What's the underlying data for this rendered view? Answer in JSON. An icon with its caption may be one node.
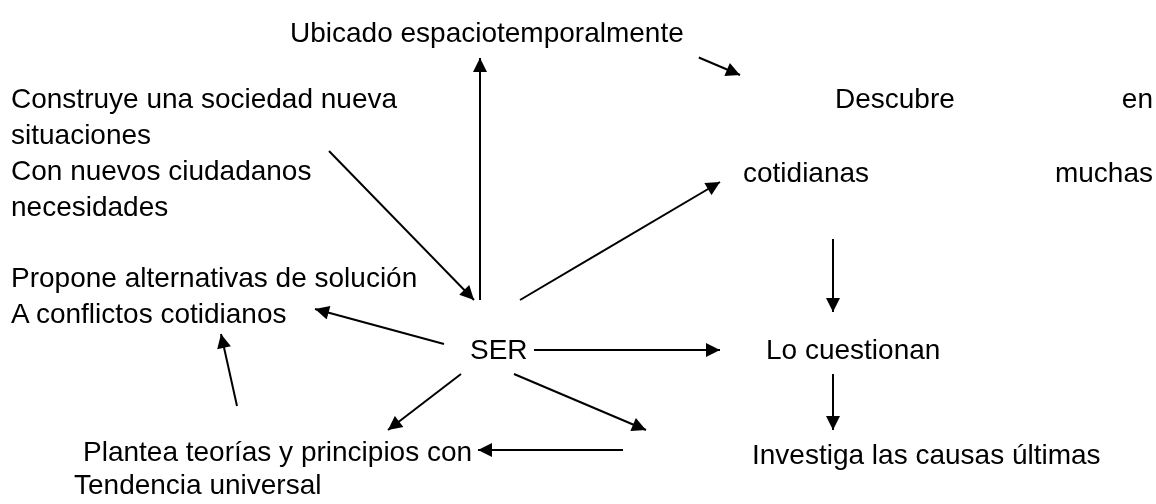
{
  "diagram": {
    "nodes": [
      {
        "text": [
          "Ubicado espaciotemporalmente"
        ]
      },
      {
        "text": [
          "Construye una sociedad nueva",
          "situaciones",
          "Con nuevos ciudadanos",
          "necesidades"
        ]
      },
      {
        "text": [
          "Descubre en",
          "cotidianas muchas"
        ]
      },
      {
        "text": [
          "SER"
        ]
      },
      {
        "text": [
          "Propone alternativas de solución",
          "A conflictos cotidianos"
        ]
      },
      {
        "text": [
          "Lo cuestionan"
        ]
      },
      {
        "text": [
          "Investiga las causas últimas"
        ]
      },
      {
        "text": [
          "Plantea teorías y principios con",
          "Tendencia universal"
        ]
      }
    ],
    "edges": [
      {
        "from": 3,
        "to": 0,
        "arrow": "to"
      },
      {
        "from": 1,
        "to": 3,
        "arrow": "to"
      },
      {
        "from": 3,
        "to": 2,
        "arrow": "to"
      },
      {
        "from": 0,
        "to": 2,
        "arrow": "to"
      },
      {
        "from": 2,
        "to": 5,
        "arrow": "to"
      },
      {
        "from": 5,
        "to": 6,
        "arrow": "to"
      },
      {
        "from": 3,
        "to": 5,
        "arrow": "to"
      },
      {
        "from": 3,
        "to": 4,
        "arrow": "to"
      },
      {
        "from": 7,
        "to": 4,
        "arrow": "to"
      },
      {
        "from": 3,
        "to": 7,
        "arrow": "to"
      },
      {
        "from": 3,
        "to": null,
        "arrow": "to"
      },
      {
        "from": null,
        "to": 7,
        "arrow": "to"
      }
    ]
  }
}
